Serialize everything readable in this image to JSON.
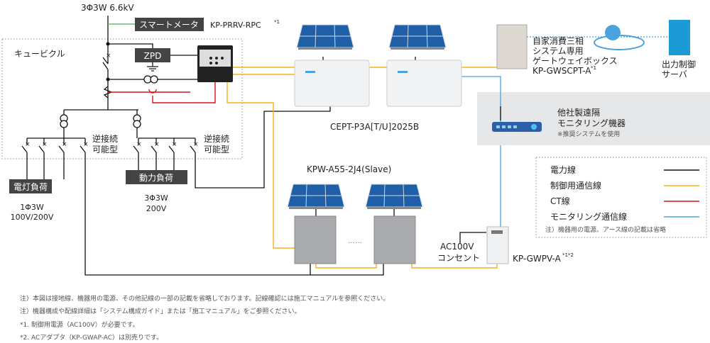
{
  "grid": {
    "supply": "3Φ3W 6.6kV",
    "smart_meter": "スマートメータ",
    "relay_model": "KP-PRRV-RPC",
    "relay_model_note": "*1"
  },
  "cubicle": {
    "label": "キュービクル",
    "zpd": "ZPD",
    "reverse_left": [
      "逆接続",
      "可能型"
    ],
    "reverse_right": [
      "逆接続",
      "可能型"
    ]
  },
  "loads": {
    "lighting": {
      "label": "電灯負荷",
      "spec": [
        "1Φ3W",
        "100V/200V"
      ]
    },
    "power": {
      "label": "動力負荷",
      "spec": [
        "3Φ3W",
        "200V"
      ]
    }
  },
  "master_inverter": {
    "model": "CEPT-P3A[T/U]2025B"
  },
  "slave_inverter": {
    "model": "KPW-A55-2J4(Slave)",
    "ellipsis": "……"
  },
  "gateway": {
    "lines": [
      "自家消費三相",
      "システム専用",
      "ゲートウェイボックス"
    ],
    "model": "KP-GWSCPT-A",
    "model_note": "*1"
  },
  "server": {
    "lines": [
      "出力制御",
      "サーバ"
    ]
  },
  "monitoring": {
    "lines": [
      "他社製遠隔",
      "モニタリング機器"
    ],
    "note": "※推奨システムを使用"
  },
  "gwpv": {
    "model": "KP-GWPV-A",
    "model_note": "*1*2",
    "outlet": [
      "AC100V",
      "コンセント"
    ]
  },
  "legend": {
    "items": [
      {
        "label": "電力線",
        "color": "#111111"
      },
      {
        "label": "制御用通信線",
        "color": "#f5b21b"
      },
      {
        "label": "CT線",
        "color": "#d9141b"
      },
      {
        "label": "モニタリング通信線",
        "color": "#4aa3df"
      }
    ],
    "note": "注）機器用の電源、アース線の記載は省略"
  },
  "footnotes": [
    "注）本図は接地線、機器用の電源、その他記線の一部の記載を省略しております。記線確認には施工マニュアルを参照ください。",
    "注）機器構成や配線詳細は「システム構成ガイド」または「施工マニュアル」をご参照ください。",
    "*1. 制御用電源（AC100V）が必要です。",
    "*2. ACアダプタ（KP-GWAP-AC）は別売りです。"
  ]
}
